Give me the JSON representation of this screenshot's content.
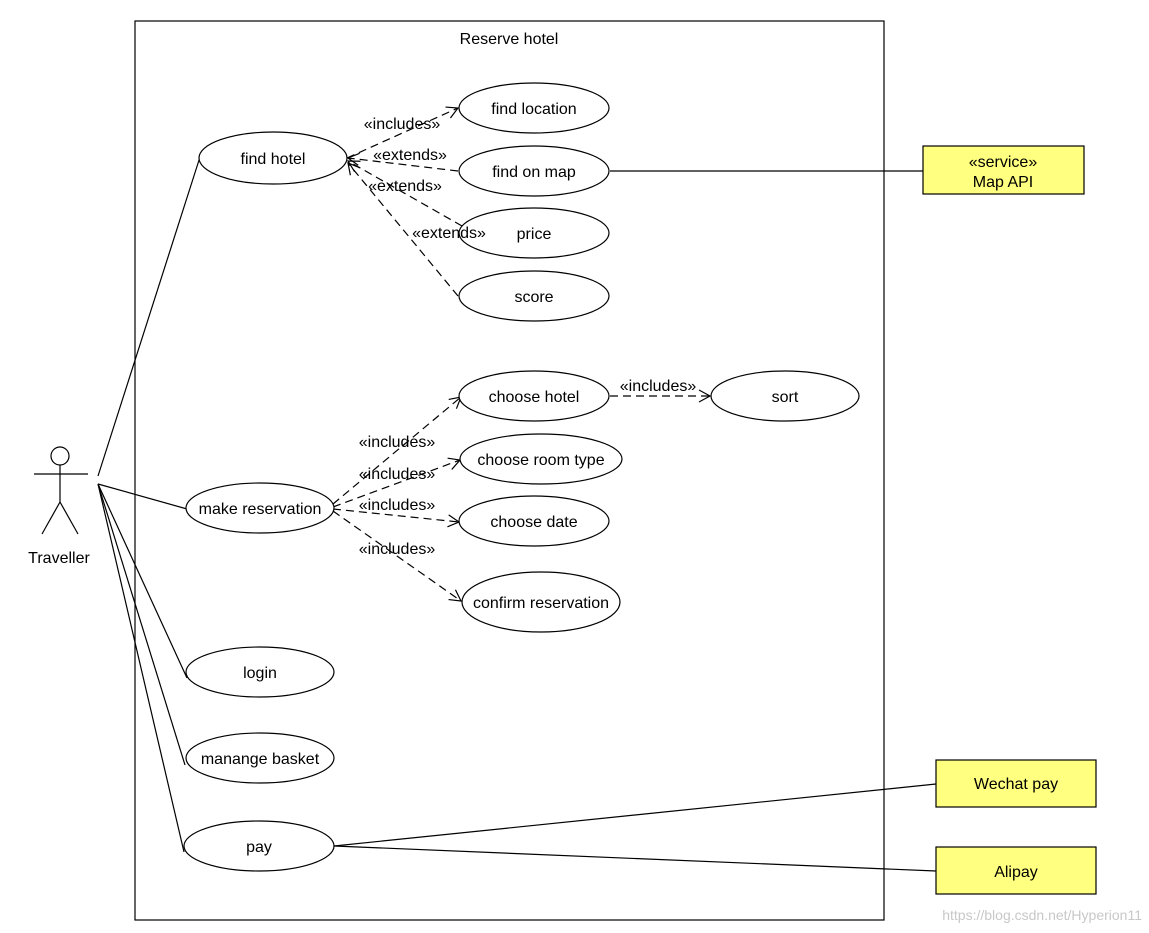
{
  "system": {
    "title": "Reserve hotel"
  },
  "actor": {
    "name": "Traveller"
  },
  "use_cases": {
    "find_hotel": "find hotel",
    "find_location": "find location",
    "find_on_map": "find on map",
    "price": "price",
    "score": "score",
    "choose_hotel": "choose hotel",
    "sort": "sort",
    "choose_room_type": "choose room type",
    "make_reservation": "make reservation",
    "choose_date": "choose date",
    "confirm_reservation": "confirm reservation",
    "login": "login",
    "manage_basket": "manange basket",
    "pay": "pay"
  },
  "relations": {
    "includes_find_location": "«includes»",
    "extends_find_on_map": "«extends»",
    "extends_price": "«extends»",
    "extends_score": "«extends»",
    "includes_sort": "«includes»",
    "includes_choose_hotel": "«includes»",
    "includes_room_type": "«includes»",
    "includes_date": "«includes»",
    "includes_confirm": "«includes»"
  },
  "externals": {
    "map_api_stereotype": "«service»",
    "map_api_name": "Map API",
    "wechat": "Wechat pay",
    "alipay": "Alipay"
  },
  "watermark": "https://blog.csdn.net/Hyperion11",
  "colors": {
    "external_fill": "#ffff80",
    "line": "#000000",
    "background": "#ffffff"
  }
}
